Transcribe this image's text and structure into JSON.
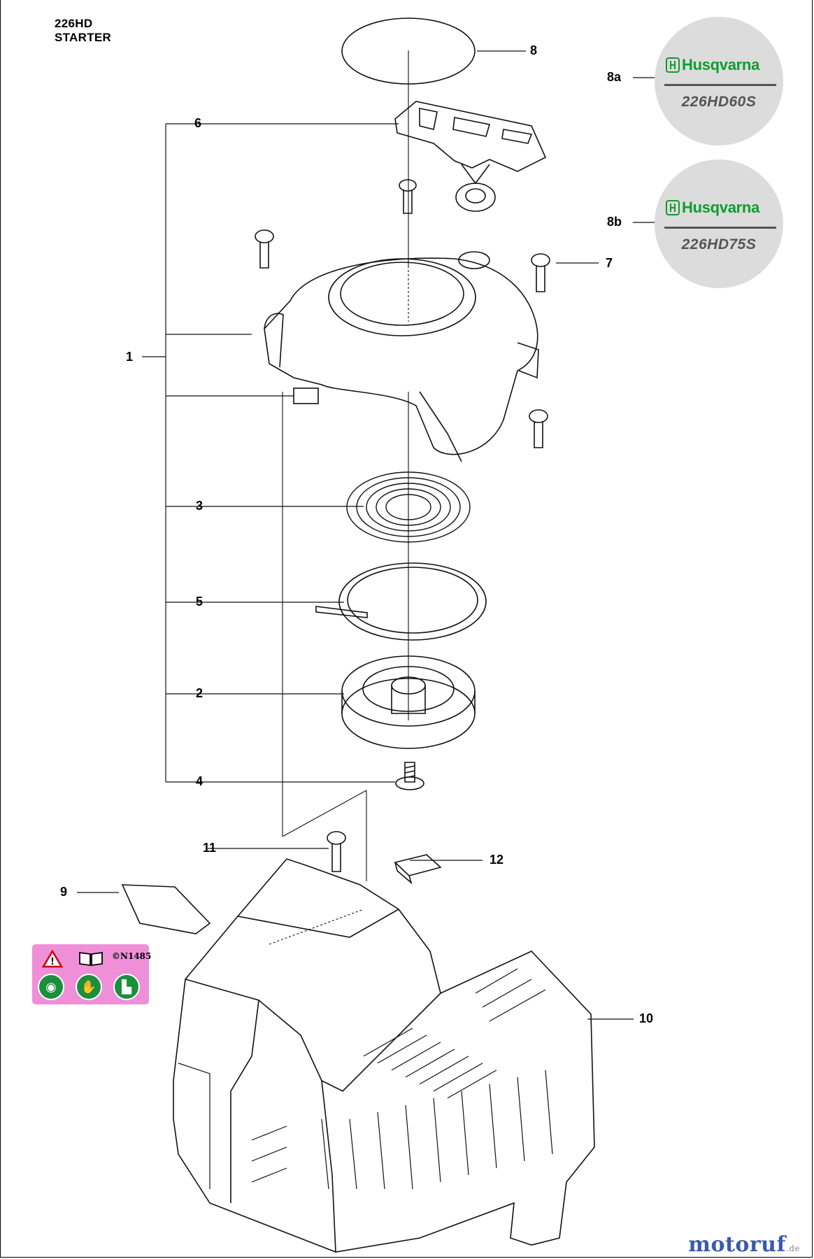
{
  "header": {
    "model": "226HD",
    "section": "STARTER"
  },
  "callouts": [
    {
      "id": "c1",
      "label": "1"
    },
    {
      "id": "c2",
      "label": "2"
    },
    {
      "id": "c3",
      "label": "3"
    },
    {
      "id": "c4",
      "label": "4"
    },
    {
      "id": "c5",
      "label": "5"
    },
    {
      "id": "c6",
      "label": "6"
    },
    {
      "id": "c7",
      "label": "7"
    },
    {
      "id": "c8",
      "label": "8"
    },
    {
      "id": "c8a",
      "label": "8a"
    },
    {
      "id": "c8b",
      "label": "8b"
    },
    {
      "id": "c9",
      "label": "9"
    },
    {
      "id": "c10",
      "label": "10"
    },
    {
      "id": "c11",
      "label": "11"
    },
    {
      "id": "c12",
      "label": "12"
    }
  ],
  "badges": [
    {
      "brand": "Husqvarna",
      "model": "226HD60S"
    },
    {
      "brand": "Husqvarna",
      "model": "226HD75S"
    }
  ],
  "warning_label": {
    "code": "N1485"
  },
  "footer": {
    "site": "motoruf",
    "tld": ".de"
  },
  "colors": {
    "brand_green": "#0f9d2e",
    "badge_gray": "#dcdcdc",
    "warning_pink": "#ee8fd8",
    "ppe_green": "#1b8f3d"
  }
}
